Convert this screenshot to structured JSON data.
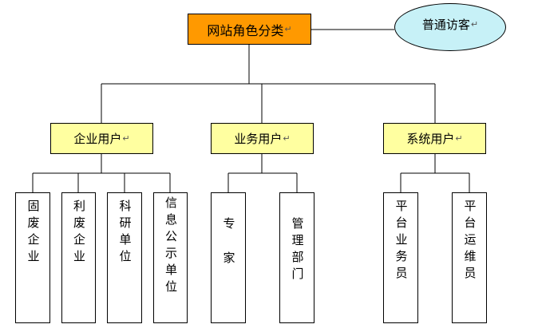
{
  "root": {
    "label": "网站角色分类",
    "mark": "↵"
  },
  "visitor": {
    "label": "普通访客",
    "mark": "↵"
  },
  "groups": [
    {
      "label": "企业用户",
      "mark": "↵",
      "children": [
        "固废企业",
        "利废企业",
        "科研单位",
        "信息公示单位"
      ]
    },
    {
      "label": "业务用户",
      "mark": "↵",
      "children": [
        "专家",
        "管理部门"
      ]
    },
    {
      "label": "系统用户",
      "mark": "↵",
      "children": [
        "平台业务员",
        "平台运维员"
      ]
    }
  ],
  "colors": {
    "root_fill": "#ff9900",
    "group_fill": "#ffffa0",
    "visitor_fill": "#c7f1f7",
    "line": "#000000"
  }
}
